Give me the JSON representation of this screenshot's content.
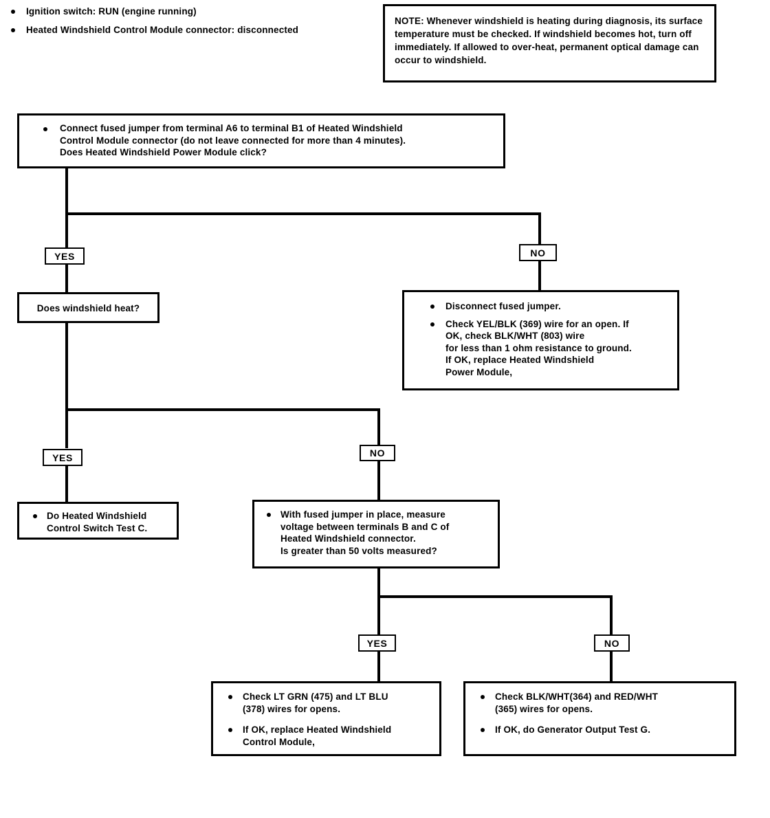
{
  "header": {
    "conditions": [
      "Ignition switch: RUN (engine running)",
      "Heated Windshield Control Module connector: disconnected"
    ]
  },
  "note": {
    "text": "NOTE: Whenever windshield is heating during diagnosis, its surface temperature must be checked. If windshield becomes hot, turn off immediately. If allowed to over-heat, permanent optical damage can occur to windshield."
  },
  "flow": {
    "step1": {
      "bullets": [
        "Connect fused jumper from terminal A6 to terminal B1 of Heated Windshield\nControl Module connector (do not leave connected for more than 4 minutes).\nDoes Heated Windshield Power Module click?"
      ]
    },
    "branch1": {
      "yes": "YES",
      "no": "NO"
    },
    "heat_question": {
      "label": "Does windshield heat?"
    },
    "no_branch_box": {
      "bullets": [
        "Disconnect fused jumper.",
        "Check YEL/BLK (369) wire for an open. If\nOK, check BLK/WHT (803) wire\nfor less than 1 ohm resistance to ground.\nIf OK, replace Heated Windshield\nPower Module,"
      ]
    },
    "branch2": {
      "yes": "YES",
      "no": "NO"
    },
    "switch_test_box": {
      "bullets": [
        "Do Heated Windshield\nControl Switch Test C."
      ]
    },
    "measure_box": {
      "bullets": [
        "With fused jumper in place, measure\nvoltage between terminals B and C of\nHeated Windshield connector.\nIs greater than 50 volts measured?"
      ]
    },
    "branch3": {
      "yes": "YES",
      "no": "NO"
    },
    "bottom_left_box": {
      "bullets": [
        "Check LT GRN (475) and LT BLU\n(378) wires for opens.",
        "If OK, replace Heated Windshield\nControl Module,"
      ]
    },
    "bottom_right_box": {
      "bullets": [
        "Check BLK/WHT(364) and RED/WHT\n(365) wires for opens.",
        "If OK, do Generator Output Test G."
      ]
    }
  },
  "colors": {
    "ink": "#000000",
    "paper": "#ffffff"
  }
}
